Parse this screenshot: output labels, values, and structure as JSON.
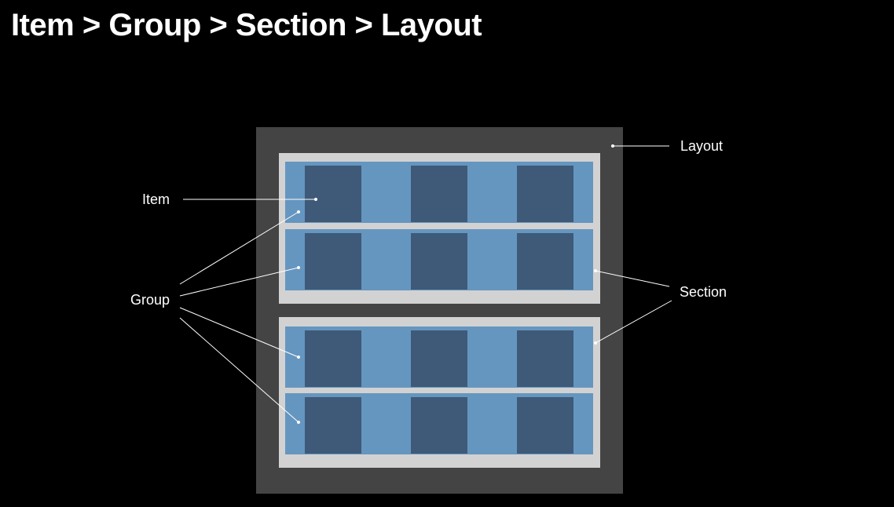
{
  "title": "Item > Group > Section > Layout",
  "labels": {
    "layout": "Layout",
    "item": "Item",
    "group": "Group",
    "section": "Section"
  },
  "colors": {
    "background": "#000000",
    "layout": "#444444",
    "section": "#d2d2d2",
    "group": "#6596c0",
    "item": "#3e5a78",
    "text": "#ffffff",
    "connector": "#ffffff"
  },
  "structure": {
    "sections": 2,
    "groups_per_section": 2,
    "items_per_group": 3
  }
}
